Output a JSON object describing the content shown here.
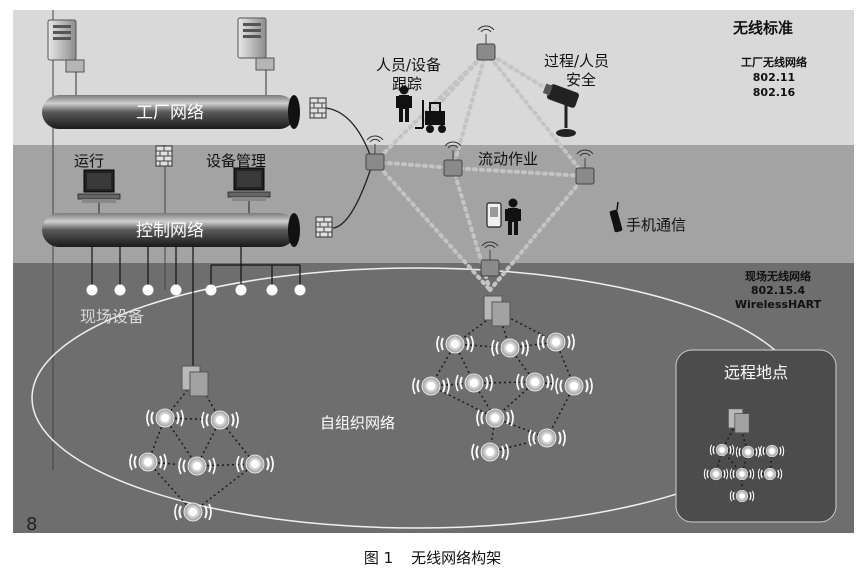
{
  "zones": {
    "top": {
      "color": "#d9d9d9"
    },
    "middle": {
      "color": "#a3a3a3"
    },
    "bottom": {
      "color": "#6e6e6e"
    }
  },
  "labels": {
    "wireless_standard": "无线标准",
    "factory_wireless_title": "工厂无线网络",
    "factory_std_1": "802.11",
    "factory_std_2": "802.16",
    "field_wireless_title": "现场无线网络",
    "field_std_1": "802.15.4",
    "field_std_2": "WirelessHART",
    "factory_network": "工厂网络",
    "control_network": "控制网络",
    "operation": "运行",
    "device_management": "设备管理",
    "personnel_tracking_1": "人员/设备",
    "personnel_tracking_2": "跟踪",
    "process_safety_1": "过程/人员",
    "process_safety_2": "安全",
    "mobile_work": "流动作业",
    "mobile_comm": "手机通信",
    "field_devices": "现场设备",
    "self_organizing": "自组织网络",
    "remote_site": "远程地点",
    "corner_mark": "8"
  },
  "caption": {
    "number": "图 1",
    "title": "无线网络构架"
  },
  "icons": [
    "server-icon",
    "firewall-icon",
    "computer-icon",
    "person-icon",
    "forklift-icon",
    "camera-icon",
    "pda-icon",
    "phone-icon",
    "access-point-icon",
    "field-node-icon",
    "gateway-icon"
  ]
}
